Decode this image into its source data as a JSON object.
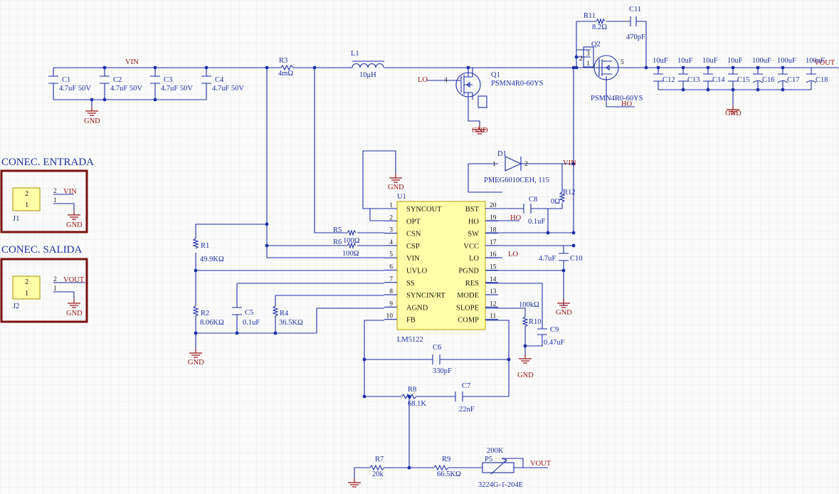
{
  "colors": {
    "wire": "#1d2fa5",
    "net": "#9a1313",
    "ic_fill": "#ffffa8",
    "frame": "#7a1010",
    "grid": "#e3e3e3"
  },
  "headers": {
    "entrada": "CONEC. ENTRADA",
    "salida": "CONEC. SALIDA"
  },
  "nets": {
    "vin": "VIN",
    "vout": "VOUT",
    "gnd": "GND",
    "lo": "LO",
    "ho": "HO"
  },
  "connectors": {
    "j1": {
      "ref": "J1",
      "pin2": "2",
      "pin1": "1",
      "net2": "VIN",
      "net1": "GND"
    },
    "j2": {
      "ref": "J2",
      "pin2": "2",
      "pin1": "1",
      "net2": "VOUT",
      "net1": "GND"
    }
  },
  "input_caps": [
    {
      "ref": "C1",
      "value": "4.7uF 50V"
    },
    {
      "ref": "C2",
      "value": "4.7uF 50V"
    },
    {
      "ref": "C3",
      "value": "4.7uF 50V"
    },
    {
      "ref": "C4",
      "value": "4.7uF 50V"
    }
  ],
  "output_caps": [
    {
      "ref": "C12",
      "value": "10uF"
    },
    {
      "ref": "C13",
      "value": "10uF"
    },
    {
      "ref": "C14",
      "value": "10uF"
    },
    {
      "ref": "C15",
      "value": "10uF"
    },
    {
      "ref": "C16",
      "value": "100uF"
    },
    {
      "ref": "C17",
      "value": "100uF"
    },
    {
      "ref": "C18",
      "value": "100uF"
    }
  ],
  "parts": {
    "r3": {
      "ref": "R3",
      "value": "4mΩ"
    },
    "l1": {
      "ref": "L1",
      "value": "10μH"
    },
    "q1": {
      "ref": "Q1",
      "value": "PSMN4R0-60YS",
      "gate_pin": "4"
    },
    "q2": {
      "ref": "Q2",
      "value": "PSMN4R0-60YS",
      "pin_a": "3",
      "pin_b": "2",
      "pin_c": "1",
      "pin_d": "5"
    },
    "r11": {
      "ref": "R11",
      "value": "8.2Ω"
    },
    "c11": {
      "ref": "C11",
      "value": "470pF"
    },
    "d1": {
      "ref": "D1",
      "value": "PMEG6010CEH, 115",
      "pin1": "1",
      "pin2": "2"
    },
    "r12": {
      "ref": "R12",
      "value": "0Ω"
    },
    "c8": {
      "ref": "C8",
      "value": "0.1uF"
    },
    "c10": {
      "ref": "C10",
      "value": "4.7uF"
    },
    "r5": {
      "ref": "R5",
      "value": "100Ω"
    },
    "r6": {
      "ref": "R6",
      "value": "100Ω"
    },
    "r1": {
      "ref": "R1",
      "value": "49.9KΩ"
    },
    "r2": {
      "ref": "R2",
      "value": "8.06KΩ"
    },
    "c5": {
      "ref": "C5",
      "value": "0.1uF"
    },
    "r4": {
      "ref": "R4",
      "value": "36.5KΩ"
    },
    "r10": {
      "ref": "R10",
      "value": "100kΩ"
    },
    "c9": {
      "ref": "C9",
      "value": "0.47uF"
    },
    "c6": {
      "ref": "C6",
      "value": "330pF"
    },
    "r8": {
      "ref": "R8",
      "value": "68.1K"
    },
    "c7": {
      "ref": "C7",
      "value": "22nF"
    },
    "r7": {
      "ref": "R7",
      "value": "20k"
    },
    "r9": {
      "ref": "R9",
      "value": "66.5KΩ"
    },
    "p5": {
      "ref": "P5",
      "value": "3224G-1-204E",
      "rating": "200K"
    }
  },
  "u1": {
    "ref": "U1",
    "part": "LM5122",
    "left_pins": [
      {
        "num": "1",
        "name": "SYNCOUT"
      },
      {
        "num": "2",
        "name": "OPT"
      },
      {
        "num": "3",
        "name": "CSN"
      },
      {
        "num": "4",
        "name": "CSP"
      },
      {
        "num": "5",
        "name": "VIN"
      },
      {
        "num": "6",
        "name": "UVLO"
      },
      {
        "num": "7",
        "name": "SS"
      },
      {
        "num": "8",
        "name": "SYNCIN/RT"
      },
      {
        "num": "9",
        "name": "AGND"
      },
      {
        "num": "10",
        "name": "FB"
      }
    ],
    "right_pins": [
      {
        "num": "20",
        "name": "BST"
      },
      {
        "num": "19",
        "name": "HO"
      },
      {
        "num": "18",
        "name": "SW"
      },
      {
        "num": "17",
        "name": "VCC"
      },
      {
        "num": "16",
        "name": "LO"
      },
      {
        "num": "15",
        "name": "PGND"
      },
      {
        "num": "14",
        "name": "RES"
      },
      {
        "num": "13",
        "name": "MODE"
      },
      {
        "num": "12",
        "name": "SLOPE"
      },
      {
        "num": "11",
        "name": "COMP"
      }
    ]
  }
}
